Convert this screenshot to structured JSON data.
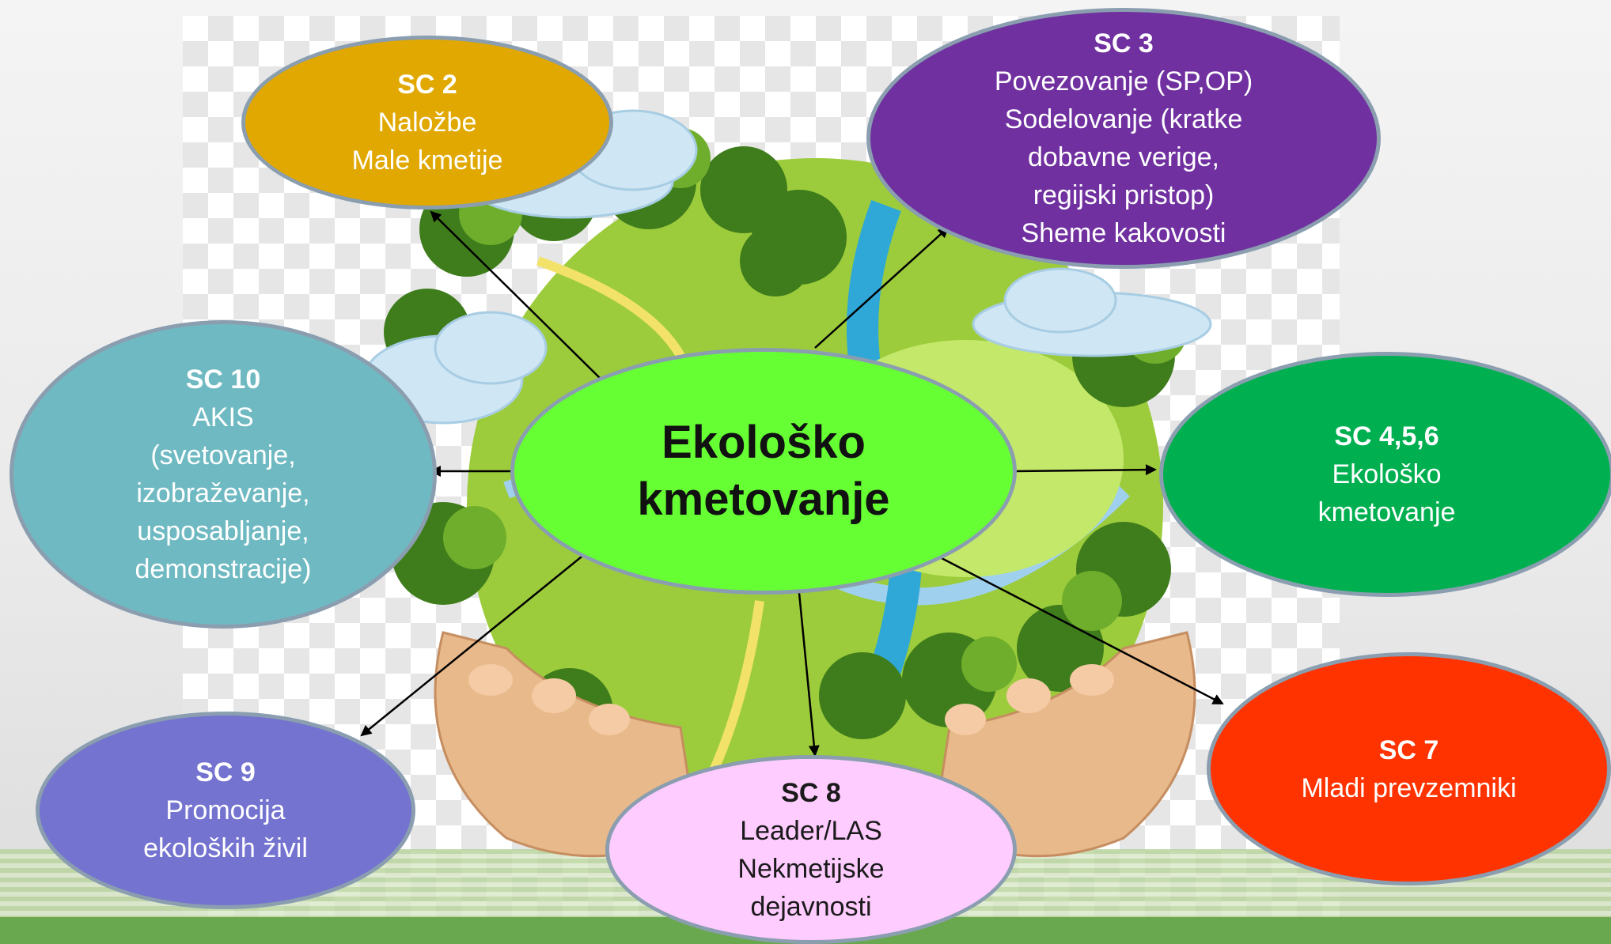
{
  "center": {
    "line1": "Ekološko",
    "line2": "kmetovanje"
  },
  "nodes": [
    {
      "id": "sc2",
      "title": "SC 2",
      "lines": [
        "Naložbe",
        "Male kmetije"
      ],
      "color": "#e0a800"
    },
    {
      "id": "sc3",
      "title": "SC 3",
      "lines": [
        "Povezovanje (SP,OP)",
        "Sodelovanje (kratke",
        "dobavne verige,",
        "regijski pristop)",
        "Sheme kakovosti"
      ],
      "color": "#7030a0"
    },
    {
      "id": "sc10",
      "title": "SC 10",
      "lines": [
        "AKIS",
        "(svetovanje,",
        "izobraževanje,",
        "usposabljanje,",
        "demonstracije)"
      ],
      "color": "#6fbac2"
    },
    {
      "id": "sc456",
      "title": "SC 4,5,6",
      "lines": [
        "Ekološko",
        "kmetovanje"
      ],
      "color": "#00b050"
    },
    {
      "id": "sc9",
      "title": "SC 9",
      "lines": [
        "Promocija",
        "ekoloških živil"
      ],
      "color": "#7473d0"
    },
    {
      "id": "sc8",
      "title": "SC 8",
      "lines": [
        "Leader/LAS",
        "Nekmetijske",
        "dejavnosti"
      ],
      "color": "#ffccff"
    },
    {
      "id": "sc7",
      "title": "SC 7",
      "lines": [
        "Mladi prevzemniki"
      ],
      "color": "#ff3300"
    }
  ],
  "colors": {
    "center": "#66ff33",
    "border": "#8a9eb0",
    "arrow": "#000000"
  }
}
